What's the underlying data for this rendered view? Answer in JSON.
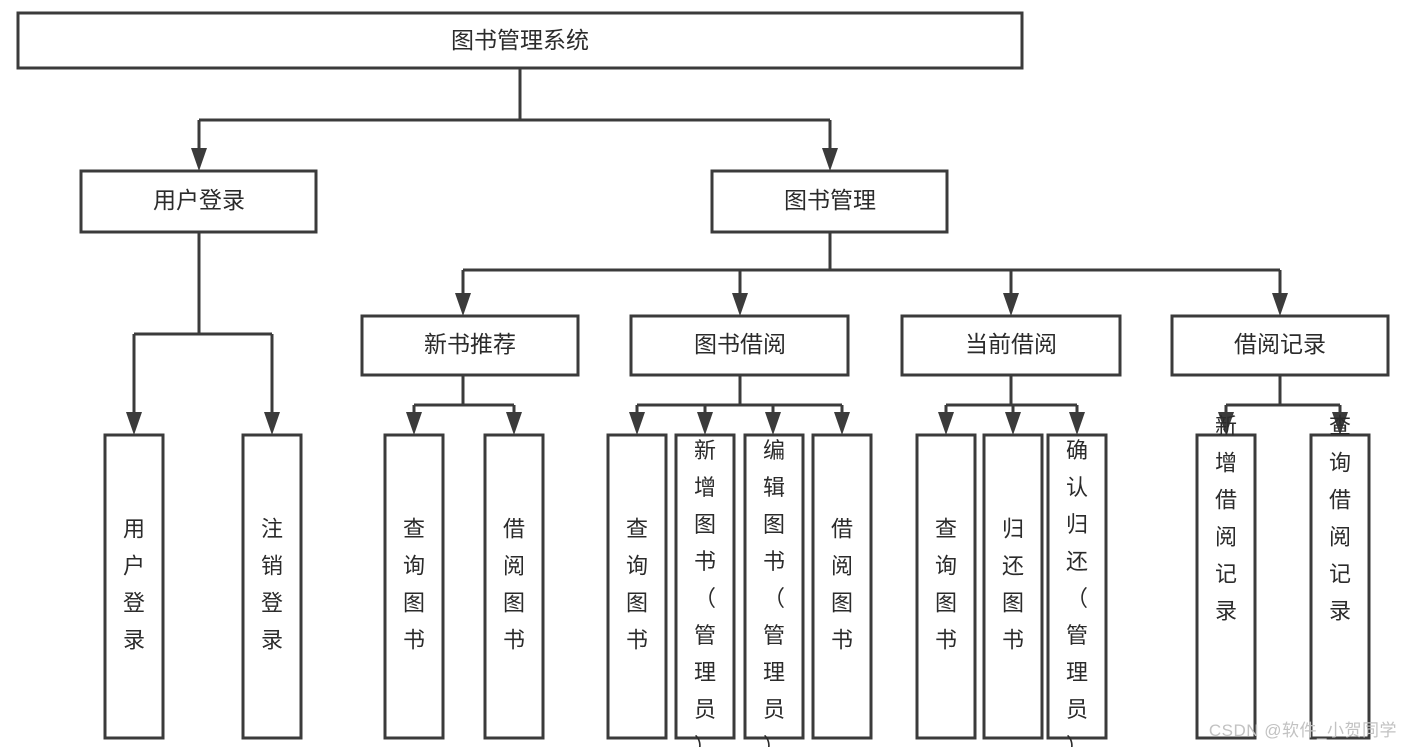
{
  "diagram": {
    "title": "图书管理系统",
    "type": "tree",
    "orientation": "top-down",
    "colors": {
      "box_fill": "#ffffff",
      "box_stroke": "#3b3b3b",
      "link_stroke": "#3b3b3b",
      "text": "#2b2b2b",
      "watermark": "#c2c2c2",
      "background": "#ffffff"
    },
    "root": {
      "label": "图书管理系统"
    },
    "level2": [
      {
        "label": "用户登录"
      },
      {
        "label": "图书管理"
      }
    ],
    "level3": [
      {
        "label": "新书推荐"
      },
      {
        "label": "图书借阅"
      },
      {
        "label": "当前借阅"
      },
      {
        "label": "借阅记录"
      }
    ],
    "leaves": {
      "user_login": [
        {
          "label": "用户登录"
        },
        {
          "label": "注销登录"
        }
      ],
      "new_book_recommend": [
        {
          "label": "查询图书"
        },
        {
          "label": "借阅图书"
        }
      ],
      "book_borrow": [
        {
          "label": "查询图书"
        },
        {
          "label": "新增图书（管理员）"
        },
        {
          "label": "编辑图书（管理员）"
        },
        {
          "label": "借阅图书"
        }
      ],
      "current_borrow": [
        {
          "label": "查询图书"
        },
        {
          "label": "归还图书"
        },
        {
          "label": "确认归还（管理员）"
        }
      ],
      "borrow_record": [
        {
          "label": "新增借阅记录"
        },
        {
          "label": "查询借阅记录"
        }
      ]
    }
  },
  "watermark": {
    "text": "CSDN @软件_小贺同学"
  }
}
